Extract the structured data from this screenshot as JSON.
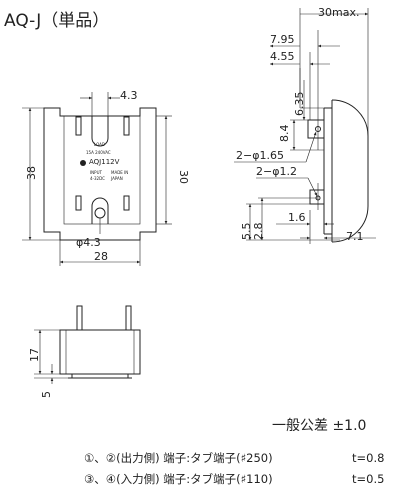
{
  "title": "AQ-J（単品）",
  "front_view": {
    "dim_width": "28",
    "dim_height": "38",
    "dim_slot": "4.3",
    "dim_pitch": "30",
    "dim_hole": "φ4.3",
    "label_lines": [
      "LOAD",
      "15A 240VAC",
      "AQJ112V",
      "INPUT",
      "4-32DC",
      "MADE IN",
      "JAPAN"
    ]
  },
  "side_view": {
    "dim_depth": "30max.",
    "dim_795": "7.95",
    "dim_455": "4.55",
    "dim_635": "6.35",
    "dim_84": "8.4",
    "dim_hole_large": "2−φ1.65",
    "dim_hole_small": "2−φ1.2",
    "dim_55": "5.5",
    "dim_28": "2.8",
    "dim_16": "1.6",
    "dim_71": "7.1"
  },
  "bottom_view": {
    "dim_17": "17",
    "dim_5": "5"
  },
  "notes": {
    "tolerance": "一般公差 ±1.0",
    "output_terminal": "①、②(出力側) 端子:タブ端子(♯250)",
    "output_thickness": "t=0.8",
    "input_terminal": "③、④(入力側) 端子:タブ端子(♯110)",
    "input_thickness": "t=0.5"
  }
}
